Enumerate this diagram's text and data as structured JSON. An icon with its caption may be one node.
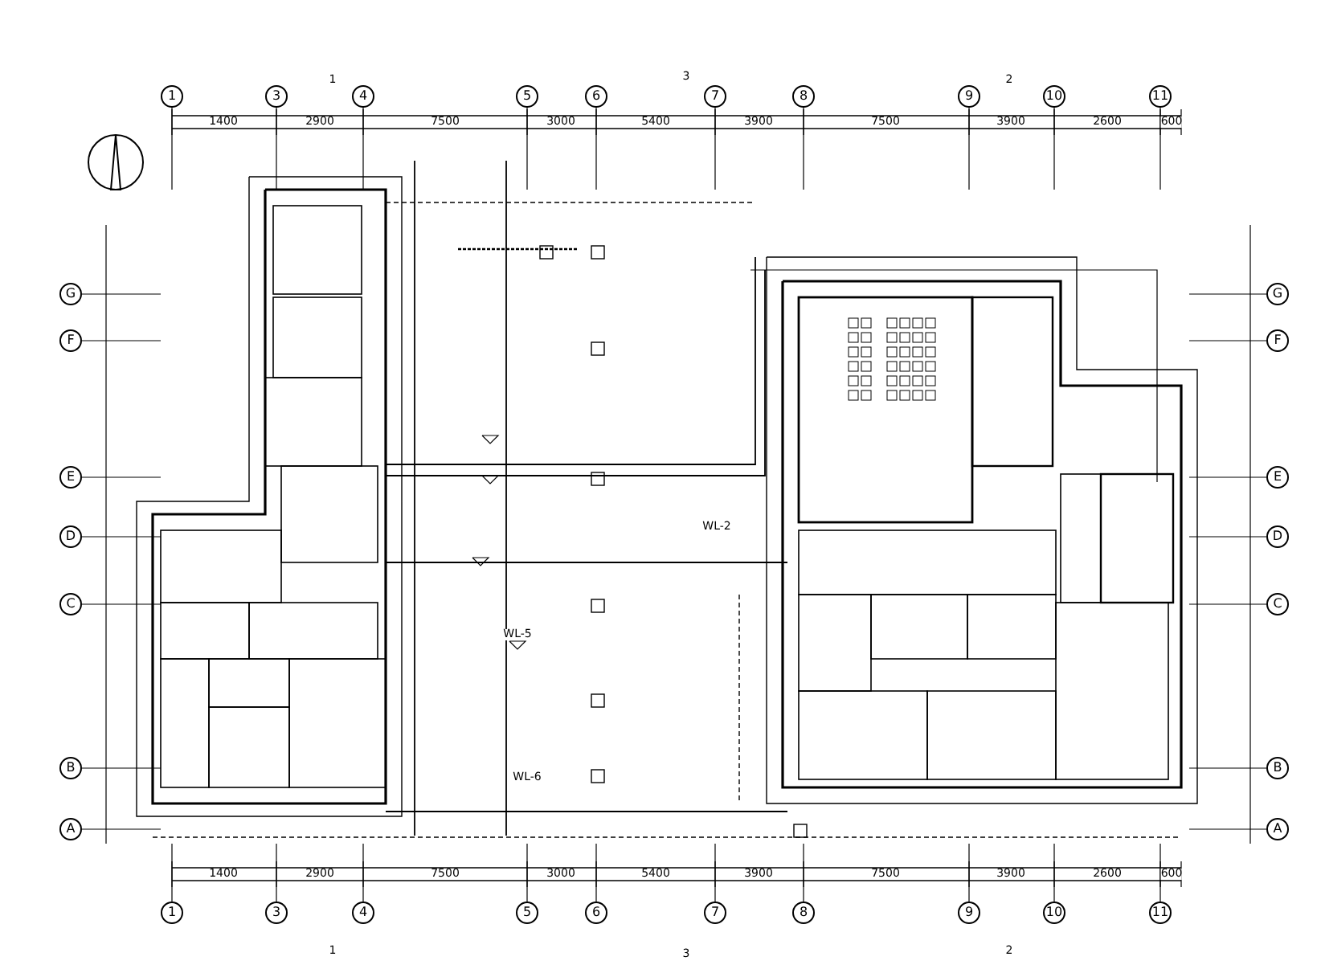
{
  "diagram": {
    "nodes": [
      {
        "text": [
          "1"
        ]
      },
      {
        "text": [
          "3"
        ]
      },
      {
        "text": [
          "4"
        ]
      },
      {
        "text": [
          "5"
        ]
      },
      {
        "text": [
          "6"
        ]
      },
      {
        "text": [
          "7"
        ]
      },
      {
        "text": [
          "8"
        ]
      },
      {
        "text": [
          "9"
        ]
      },
      {
        "text": [
          "10"
        ]
      },
      {
        "text": [
          "11"
        ]
      },
      {
        "text": [
          "G"
        ]
      },
      {
        "text": [
          "F"
        ]
      },
      {
        "text": [
          "E"
        ]
      },
      {
        "text": [
          "D"
        ]
      },
      {
        "text": [
          "C"
        ]
      },
      {
        "text": [
          "B"
        ]
      },
      {
        "text": [
          "A"
        ]
      },
      {
        "text": [
          "G"
        ]
      },
      {
        "text": [
          "F"
        ]
      },
      {
        "text": [
          "E"
        ]
      },
      {
        "text": [
          "D"
        ]
      },
      {
        "text": [
          "C"
        ]
      },
      {
        "text": [
          "B"
        ]
      },
      {
        "text": [
          "A"
        ]
      },
      {
        "text": [
          "1"
        ]
      },
      {
        "text": [
          "3"
        ]
      },
      {
        "text": [
          "4"
        ]
      },
      {
        "text": [
          "5"
        ]
      },
      {
        "text": [
          "6"
        ]
      },
      {
        "text": [
          "7"
        ]
      },
      {
        "text": [
          "8"
        ]
      },
      {
        "text": [
          "9"
        ]
      },
      {
        "text": [
          "10"
        ]
      },
      {
        "text": [
          "11"
        ]
      }
    ],
    "labels": [
      "1",
      "3",
      "2",
      "1400",
      "2900",
      "7500",
      "3000",
      "5400",
      "3900",
      "7500",
      "3900",
      "2600",
      "600",
      "WL-2",
      "WL-5",
      "WL-6",
      "1400",
      "2900",
      "7500",
      "3000",
      "5400",
      "3900",
      "7500",
      "3900",
      "2600",
      "600",
      "1",
      "3",
      "2"
    ]
  }
}
